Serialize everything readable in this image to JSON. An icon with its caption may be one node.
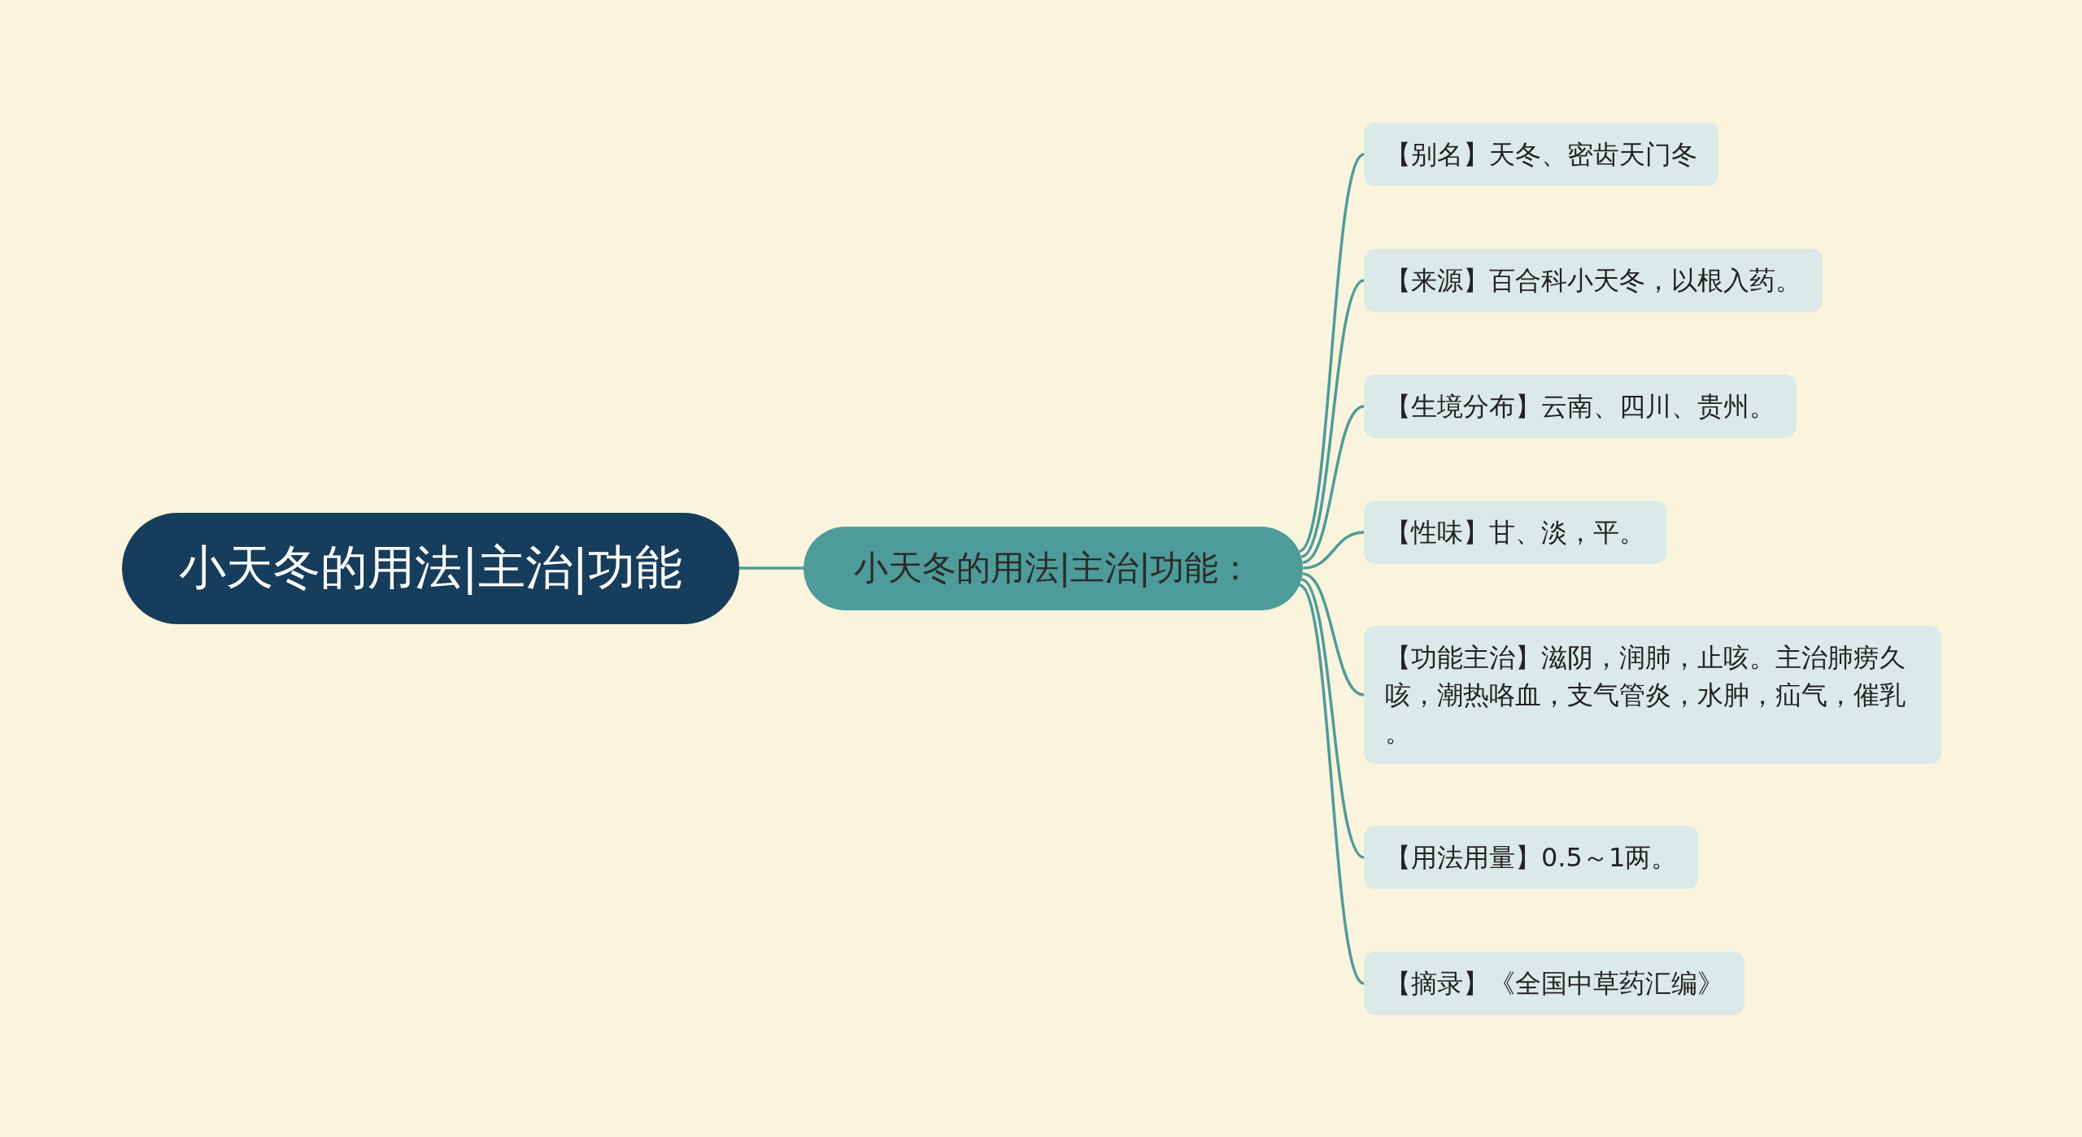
{
  "diagram": {
    "nodes": [
      {
        "text": [
          "小天冬的用法|主治|功能"
        ]
      },
      {
        "text": [
          "小天冬的用法|主治|功能："
        ]
      },
      {
        "text": [
          "【别名】天冬、密齿天门冬"
        ]
      },
      {
        "text": [
          "【来源】百合科小天冬，以根入药。"
        ]
      },
      {
        "text": [
          "【生境分布】云南、四川、贵州。"
        ]
      },
      {
        "text": [
          "【性味】甘、淡，平。"
        ]
      },
      {
        "text": [
          "【功能主治】滋阴，润肺，止咳。主治肺痨久咳，潮热咯血，支气管炎，水肿，疝气，催乳。"
        ]
      },
      {
        "text": [
          "【用法用量】0.5～1两。"
        ]
      },
      {
        "text": [
          "【摘录】《全国中草药汇编》"
        ]
      }
    ],
    "edges": [
      {
        "from": 0,
        "to": 1,
        "arrow": "none"
      },
      {
        "from": 1,
        "to": 2,
        "arrow": "none"
      },
      {
        "from": 1,
        "to": 3,
        "arrow": "none"
      },
      {
        "from": 1,
        "to": 4,
        "arrow": "none"
      },
      {
        "from": 1,
        "to": 5,
        "arrow": "none"
      },
      {
        "from": 1,
        "to": 6,
        "arrow": "none"
      },
      {
        "from": 1,
        "to": 7,
        "arrow": "none"
      },
      {
        "from": 1,
        "to": 8,
        "arrow": "none"
      }
    ]
  }
}
